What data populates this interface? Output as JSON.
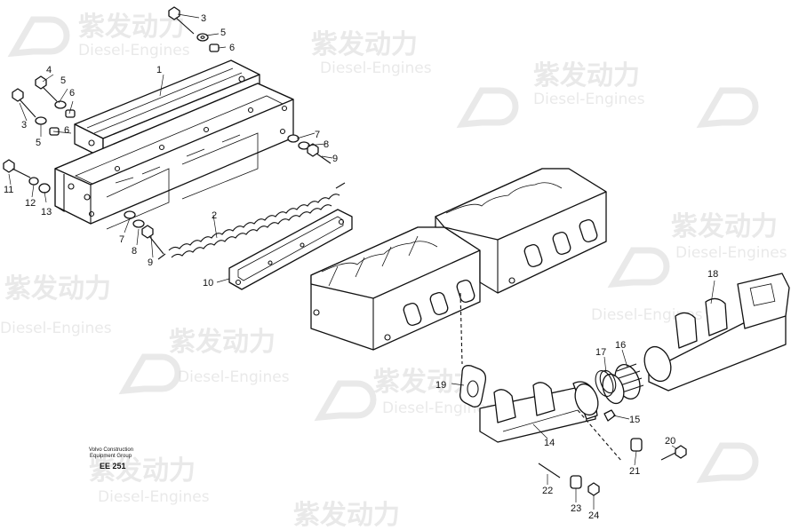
{
  "watermark": {
    "cn": "紫发动力",
    "en": "Diesel-Engines"
  },
  "credit": {
    "line1": "Volvo Construction",
    "line2": "Equipment Group",
    "code": "EE 251"
  },
  "callouts": [
    "1",
    "2",
    "3",
    "3",
    "4",
    "5",
    "5",
    "5",
    "6",
    "6",
    "6",
    "7",
    "7",
    "8",
    "8",
    "9",
    "9",
    "10",
    "11",
    "12",
    "13",
    "14",
    "15",
    "16",
    "17",
    "18",
    "19",
    "20",
    "21",
    "22",
    "23",
    "24"
  ]
}
